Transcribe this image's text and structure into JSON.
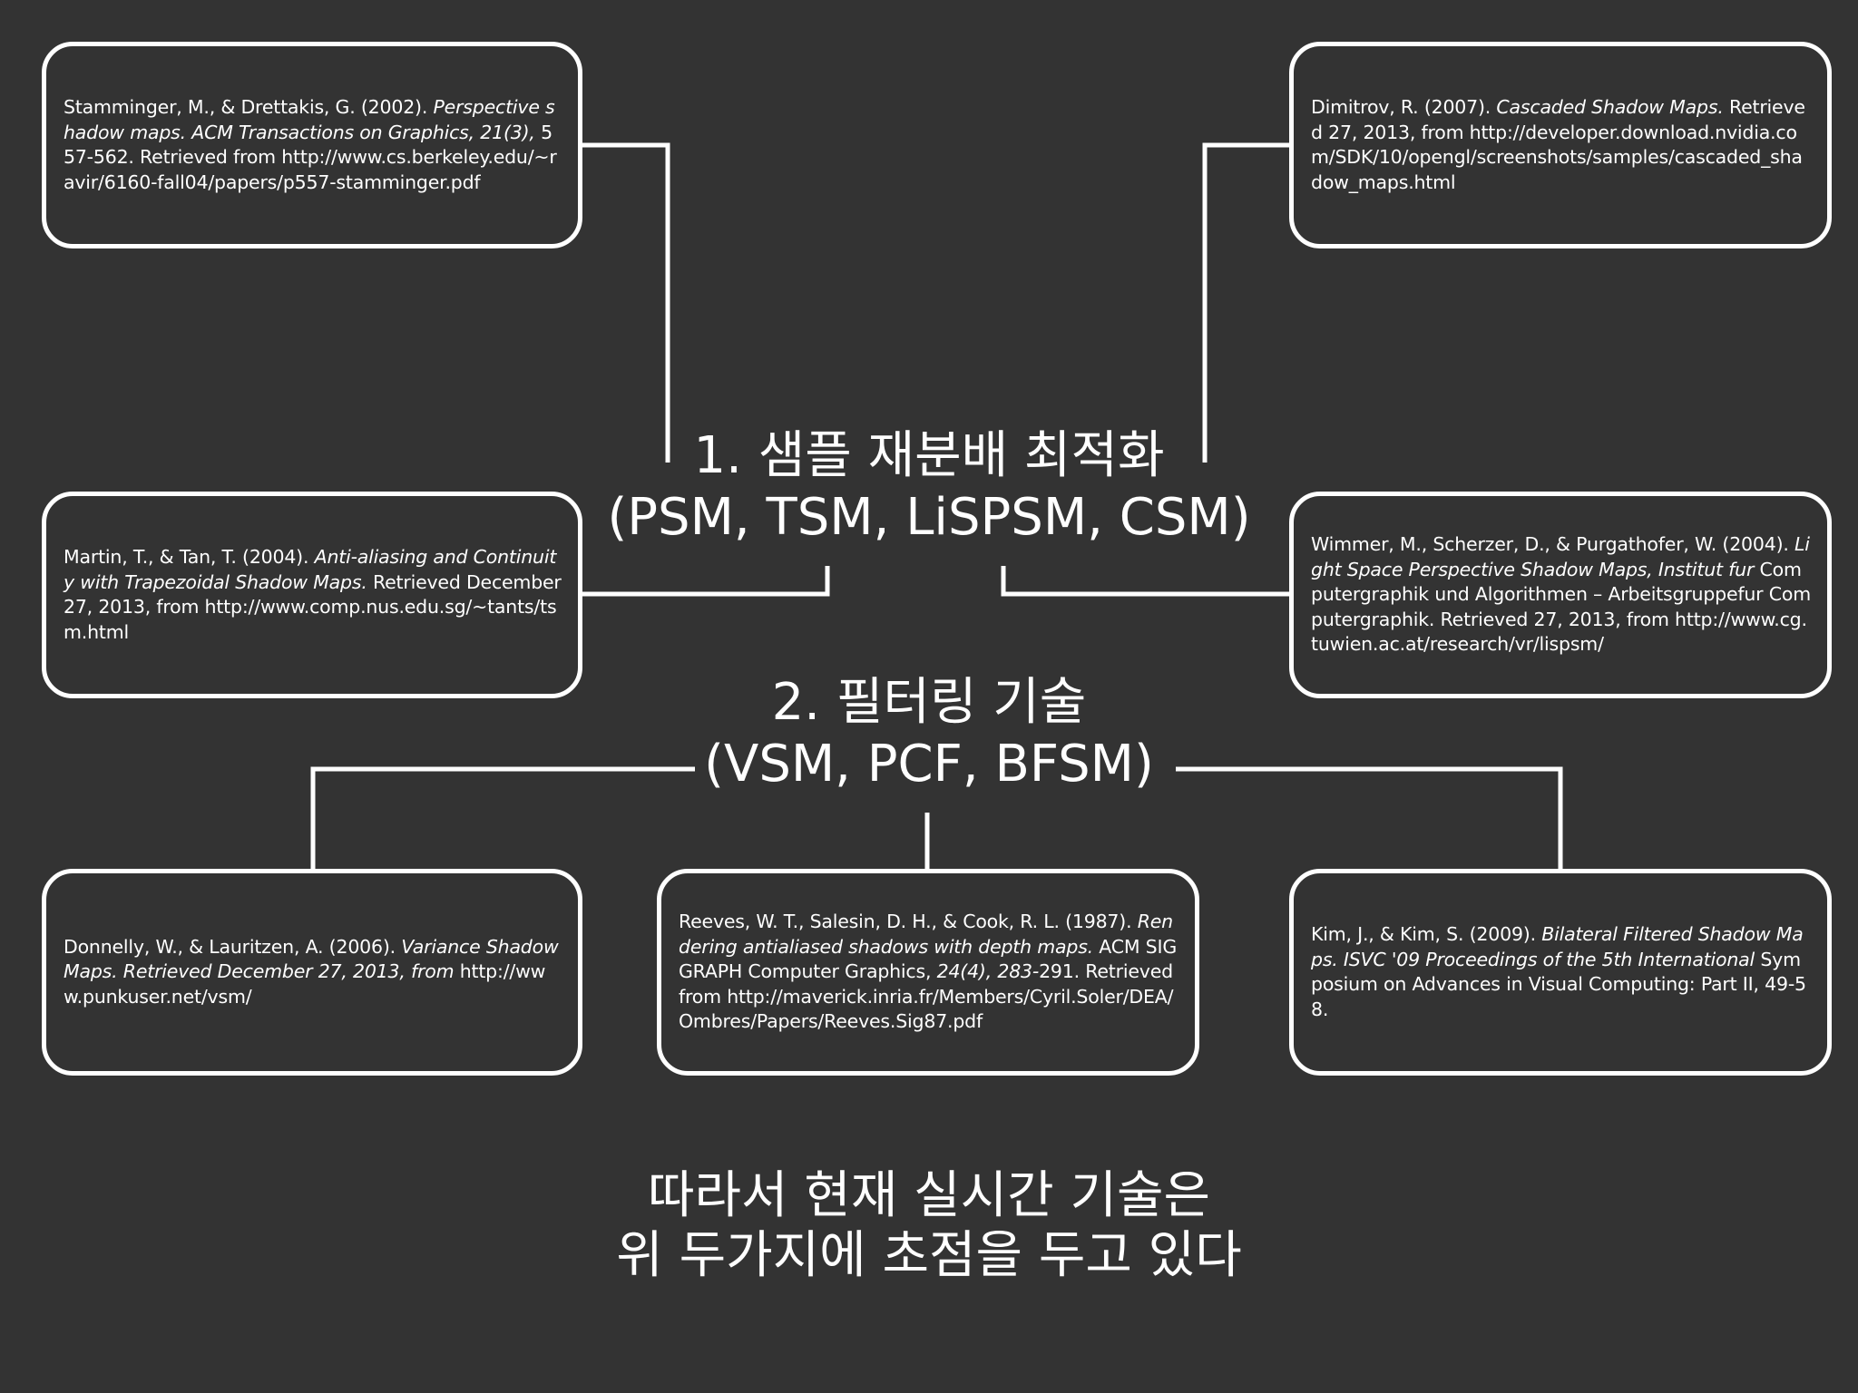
{
  "topics": {
    "topic1": {
      "line1": "1. 샘플 재분배 최적화",
      "line2": "(PSM, TSM, LiSPSM, CSM)"
    },
    "topic2": {
      "line1": "2. 필터링 기술",
      "line2": "(VSM, PCF, BFSM)"
    }
  },
  "references": {
    "stamminger": {
      "authors": "Stamminger, M., & Drettakis, G. (2002). ",
      "title": "Perspective shadow maps. ACM Transactions on Graphics, 21(3),",
      "rest": " 557-562. Retrieved from http://www.cs.berkeley.edu/~ravir/6160-fall04/papers/p557-stamminger.pdf"
    },
    "dimitrov": {
      "authors": "Dimitrov, R. (2007). ",
      "title": "Cascaded Shadow Maps.",
      "rest": " Retrieved 27, 2013, from http://developer.download.nvidia.com/SDK/10/opengl/screenshots/samples/cascaded_shadow_maps.html"
    },
    "martin": {
      "authors": "Martin, T., & Tan, T. (2004). ",
      "title": "Anti-aliasing and Continuity with Trapezoidal Shadow Maps.",
      "rest": " Retrieved December 27, 2013, from http://www.comp.nus.edu.sg/~tants/tsm.html"
    },
    "wimmer": {
      "authors": "Wimmer, M., Scherzer, D., & Purgathofer, W. (2004). ",
      "title": "Light Space Perspective Shadow Maps, Institut fur",
      "rest": " Computergraphik und Algorithmen – Arbeitsgruppefur Computergraphik. Retrieved 27, 2013, from http://www.cg.tuwien.ac.at/research/vr/lispsm/"
    },
    "donnelly": {
      "authors": "Donnelly, W., & Lauritzen, A. (2006). ",
      "title": "Variance Shadow Maps. Retrieved December 27, 2013, from",
      "rest": " http://www.punkuser.net/vsm/"
    },
    "reeves": {
      "authors": "Reeves, W. T., Salesin, D. H., & Cook, R. L. (1987). ",
      "title": "Rendering antialiased shadows with depth maps.",
      "rest": " ACM SIGGRAPH Computer Graphics, ",
      "volume": "24(4), 283-",
      "rest2": "291. Retrieved from http://maverick.inria.fr/Members/Cyril.Soler/DEA/Ombres/Papers/Reeves.Sig87.pdf"
    },
    "kim": {
      "authors": "Kim, J., & Kim, S. (2009). ",
      "title": "Bilateral Filtered Shadow Maps. ISVC '09 Proceedings of the 5th International",
      "rest": " Symposium on Advances in Visual Computing: Part II, 49-58."
    }
  },
  "conclusion": {
    "line1": "따라서 현재 실시간 기술은",
    "line2": "위 두가지에 초점을 두고 있다"
  },
  "colors": {
    "background": "#333333",
    "foreground": "#ffffff"
  }
}
